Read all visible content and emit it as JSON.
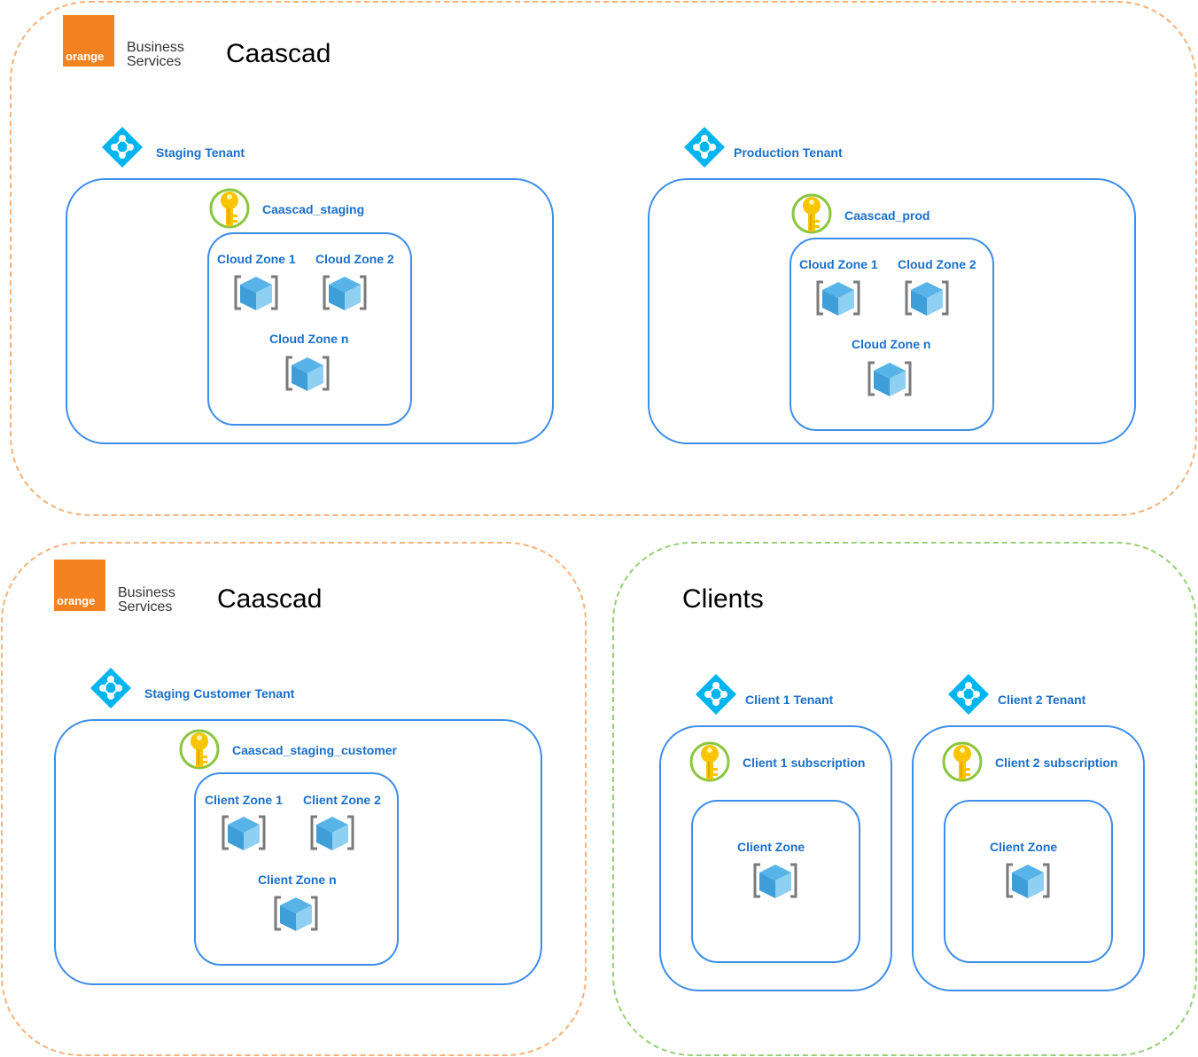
{
  "groups": {
    "caascad_top": {
      "title": "Caascad",
      "logo": {
        "brand": "orange",
        "line1": "Business",
        "line2": "Services"
      },
      "staging_tenant": {
        "label": "Staging Tenant",
        "subscription": "Caascad_staging",
        "zones": [
          "Cloud Zone 1",
          "Cloud Zone 2",
          "Cloud Zone n"
        ]
      },
      "production_tenant": {
        "label": "Production Tenant",
        "subscription": "Caascad_prod",
        "zones": [
          "Cloud Zone 1",
          "Cloud Zone 2",
          "Cloud Zone n"
        ]
      }
    },
    "caascad_bottom": {
      "title": "Caascad",
      "logo": {
        "brand": "orange",
        "line1": "Business",
        "line2": "Services"
      },
      "staging_customer_tenant": {
        "label": "Staging Customer Tenant",
        "subscription": "Caascad_staging_customer",
        "zones": [
          "Client Zone 1",
          "Client Zone 2",
          "Client Zone n"
        ]
      }
    },
    "clients": {
      "title": "Clients",
      "client1": {
        "label": "Client 1 Tenant",
        "subscription": "Client 1 subscription",
        "zone": "Client Zone"
      },
      "client2": {
        "label": "Client 2 Tenant",
        "subscription": "Client 2 subscription",
        "zone": "Client Zone"
      }
    }
  },
  "colors": {
    "orange_dash": "#f7b27a",
    "green_dash": "#97d077",
    "box_border": "#3d8ee9",
    "label_blue": "#1a6fc9",
    "brand_orange": "#f58220",
    "tenant_icon": "#00b4f0",
    "key_gold": "#f9c400",
    "cube_blue": "#3f9dd8"
  },
  "icons": {
    "tenant": "azure-ad-tenant-icon",
    "subscription": "key-icon",
    "zone": "cube-resource-icon"
  }
}
